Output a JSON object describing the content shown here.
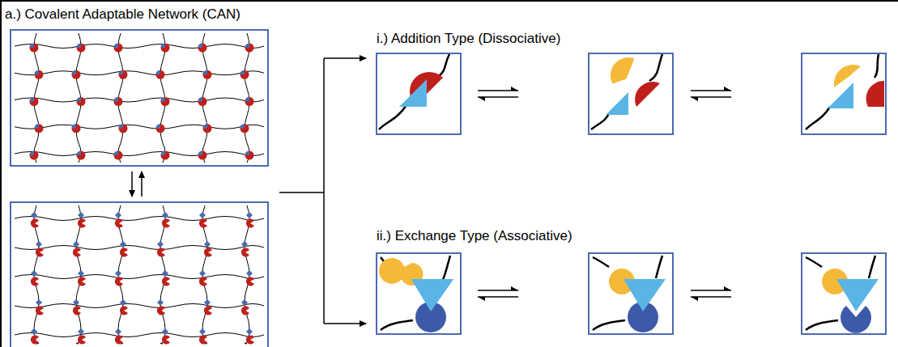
{
  "diagram": {
    "title": "a.) Covalent Adaptable Network (CAN)",
    "labels": [
      "i.) Addition Type (Dissociative)",
      "ii.) Exchange Type (Associative)"
    ]
  }
}
